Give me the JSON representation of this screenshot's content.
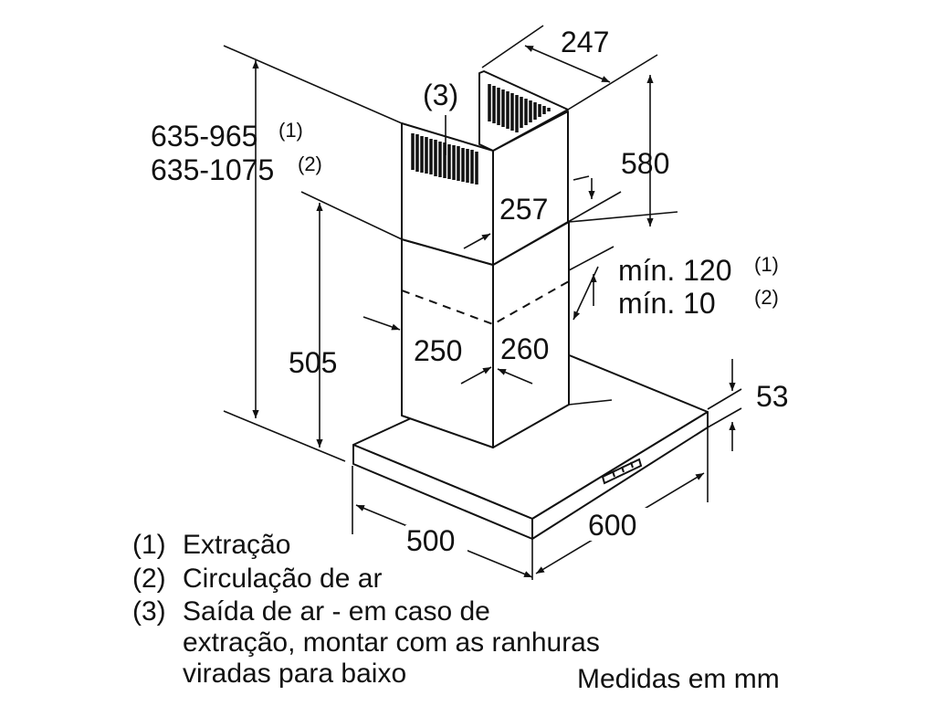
{
  "diagram": {
    "label_3": "(3)",
    "height_total": {
      "value1": "635-965",
      "note1": "(1)",
      "value2": "635-1075",
      "note2": "(2)"
    },
    "height_505": "505",
    "chimney_upper_width": "247",
    "chimney_upper_height": "580",
    "chimney_upper_depth": "257",
    "min_clearance": {
      "line1": "mín. 120",
      "note1": "(1)",
      "line2": "mín. 10",
      "note2": "(2)"
    },
    "chimney_lower_width": "250",
    "chimney_lower_depth": "260",
    "canopy_thickness": "53",
    "canopy_depth": "500",
    "canopy_width": "600"
  },
  "legend": {
    "items": [
      {
        "num": "(1)",
        "text": "Extração"
      },
      {
        "num": "(2)",
        "text": "Circulação de ar"
      },
      {
        "num": "(3)",
        "text": "Saída de ar - em caso de",
        "continuation": [
          "extração, montar com as ranhuras",
          "viradas para baixo"
        ]
      }
    ]
  },
  "units_note": "Medidas em mm",
  "colors": {
    "ink": "#111111",
    "background": "#ffffff"
  }
}
